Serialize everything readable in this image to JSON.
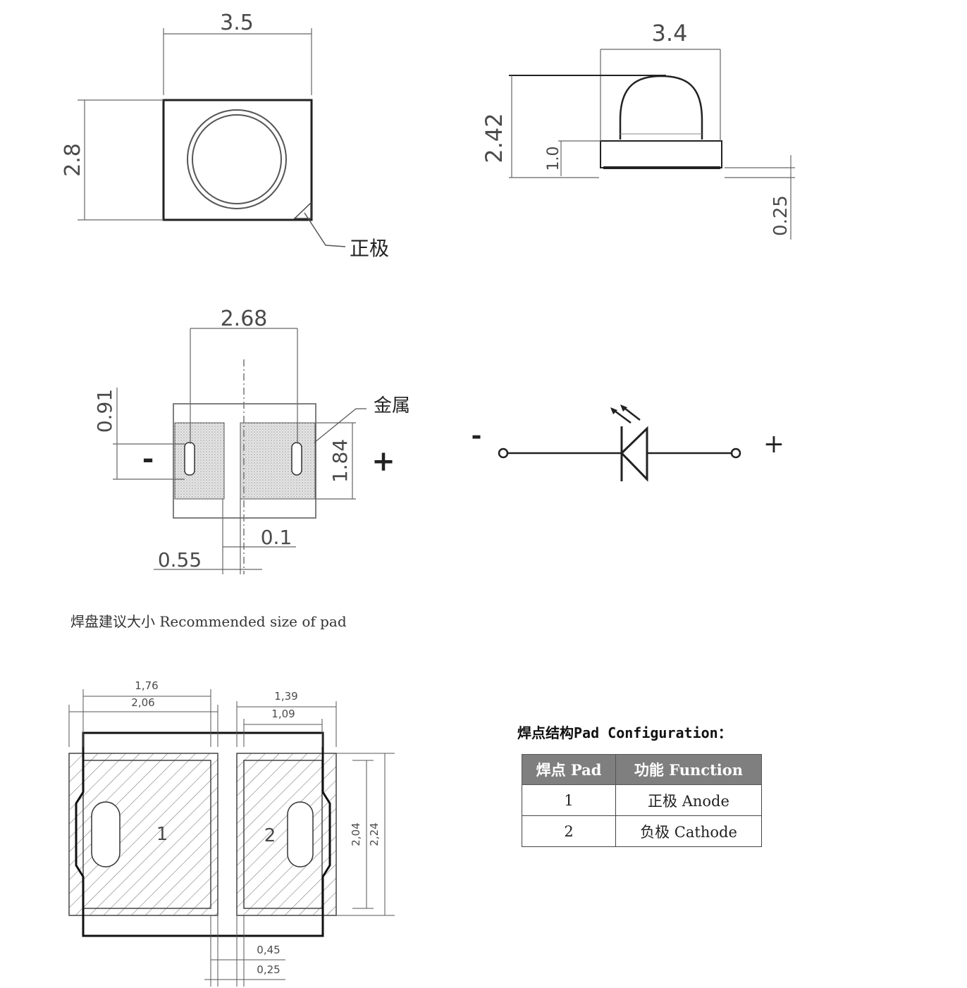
{
  "top_view": {
    "width": "3.5",
    "height": "2.8",
    "polarity_mark": "正极"
  },
  "side_view": {
    "width": "3.4",
    "total_height": "2.42",
    "base_height": "1.0",
    "lead_thickness": "0.25"
  },
  "bottom_view": {
    "pitch": "2.68",
    "pad_offset": "0.91",
    "pad_height": "1.84",
    "gap": "0.1",
    "neg_width": "0.55",
    "metal_label": "金属",
    "minus": "-",
    "plus": "+"
  },
  "symbol": {
    "minus": "-",
    "plus": "+"
  },
  "pad_section": {
    "caption": "焊盘建议大小 Recommended size of pad"
  },
  "pad_drawing": {
    "w_inner_left": "1,76",
    "w_outer_left": "2,06",
    "w_outer_right": "1,39",
    "w_inner_right": "1,09",
    "h_inner": "2,04",
    "h_outer": "2,24",
    "gap_outer": "0,45",
    "gap_inner": "0,25",
    "pad1": "1",
    "pad2": "2"
  },
  "pad_config": {
    "title": "焊点结构Pad Configuration：",
    "headers": [
      "焊点 Pad",
      "功能 Function"
    ],
    "rows": [
      {
        "pad": "1",
        "function": "正极 Anode"
      },
      {
        "pad": "2",
        "function": "负极 Cathode"
      }
    ]
  }
}
